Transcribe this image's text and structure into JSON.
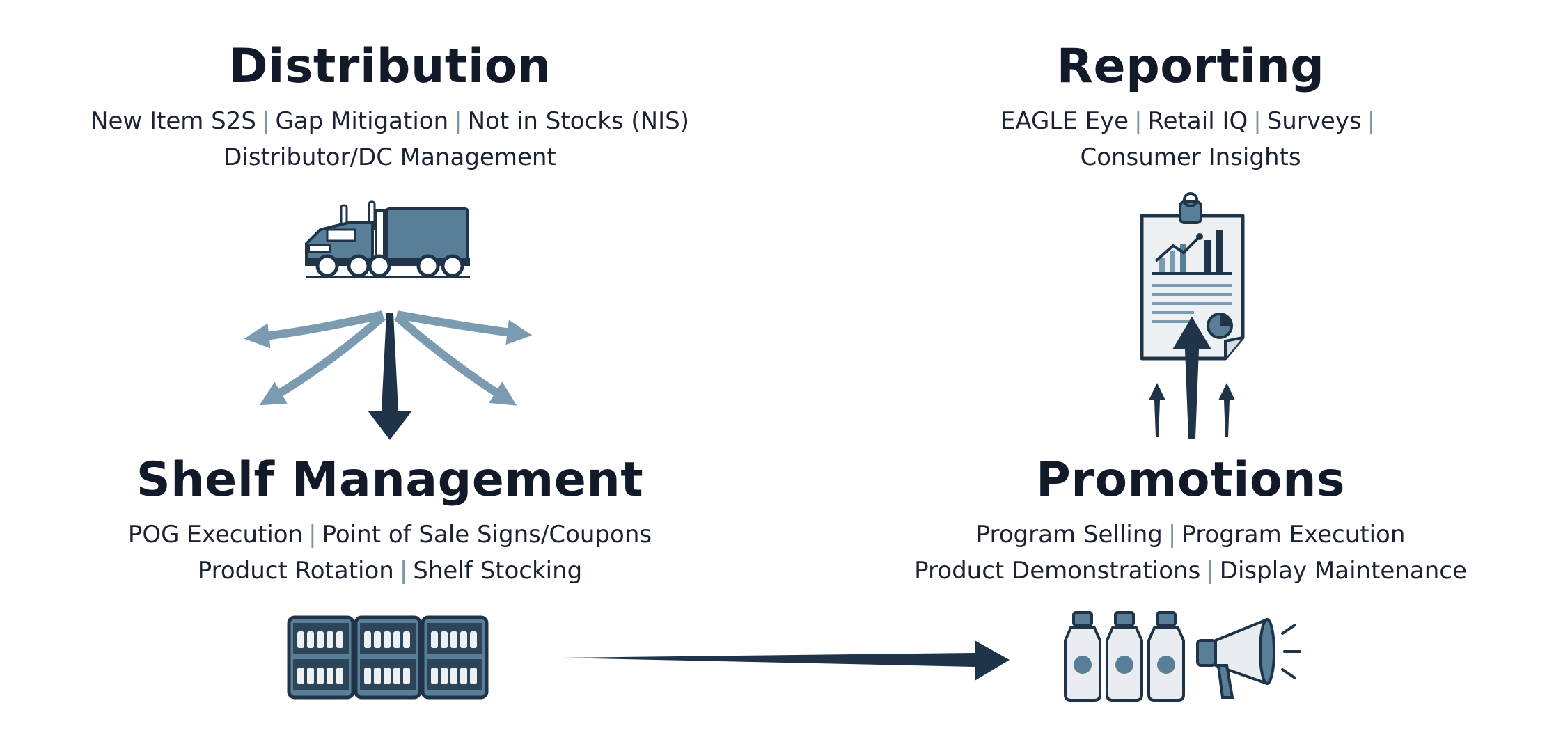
{
  "palette": {
    "navy": "#1f3448",
    "slate": "#587f97",
    "light_slate": "#7b9bb0",
    "ink": "#121a29"
  },
  "distribution": {
    "title": "Distribution",
    "line1": [
      "New Item S2S",
      "Gap Mitigation",
      "Not in Stocks (NIS)"
    ],
    "line2": [
      "Distributor/DC Management"
    ],
    "icon": "semi-truck-icon"
  },
  "reporting": {
    "title": "Reporting",
    "line1": [
      "EAGLE Eye",
      "Retail IQ",
      "Surveys"
    ],
    "line1_trailing_separator": true,
    "line2": [
      "Consumer Insights"
    ],
    "icon": "report-clipboard-icon"
  },
  "shelf": {
    "title": "Shelf Management",
    "line1": [
      "POG Execution",
      "Point of Sale Signs/Coupons"
    ],
    "line2": [
      "Product Rotation",
      "Shelf Stocking"
    ],
    "icon": "store-shelves-icon"
  },
  "promotions": {
    "title": "Promotions",
    "line1": [
      "Program Selling",
      "Program Execution"
    ],
    "line2": [
      "Product Demonstrations",
      "Display Maintenance"
    ],
    "icon": "bottles-megaphone-icon"
  },
  "separator": "|"
}
